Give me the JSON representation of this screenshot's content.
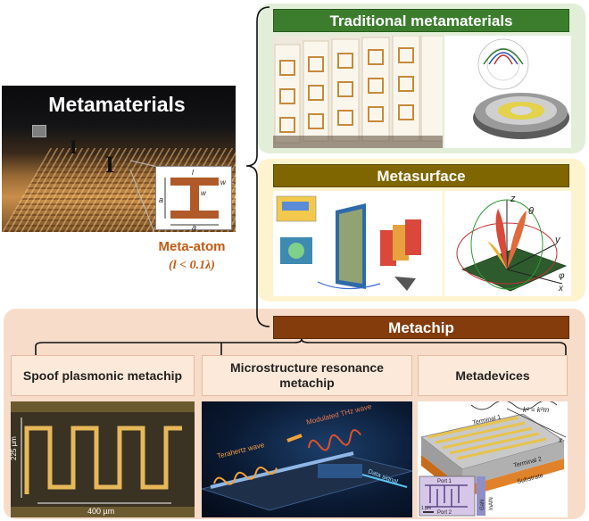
{
  "metamaterials": {
    "title": "Metamaterials",
    "atom_label": "Meta-atom",
    "atom_condition": "(l < 0.1λ)",
    "inset_labels": [
      "a",
      "w",
      "a",
      "w",
      "l"
    ]
  },
  "traditional": {
    "title": "Traditional metamaterials"
  },
  "metasurface": {
    "title": "Metasurface"
  },
  "metachip": {
    "title": "Metachip",
    "categories": [
      {
        "label": "Spoof plasmonic metachip"
      },
      {
        "label": "Microstructure resonance metachip"
      },
      {
        "label": "Metadevices"
      }
    ],
    "spoof": {
      "dim_vertical": "225 µm",
      "dim_horizontal": "400 µm"
    },
    "micro": {
      "wave_in": "Terahertz wave",
      "wave_out": "Modulated THz wave",
      "signal": "Data signal"
    },
    "metadevices": {
      "terminal_1": "Terminal 1",
      "terminal_2": "Terminal 2",
      "substrate": "Substrate",
      "equation": "k² = k²m",
      "port_1": "Port 1",
      "port_2": "Port 2",
      "material": "GaN",
      "material_2": "InAlN",
      "scale": "1 µm",
      "axis": "x"
    }
  },
  "colors": {
    "traditional_panel": "#e2eed8",
    "traditional_header": "#3c7d2d",
    "metasurface_panel": "#fdf3cf",
    "metasurface_header": "#806600",
    "metachip_panel": "#f7dcca",
    "metachip_header": "#843c0c",
    "meta_atom_text": "#c55a11"
  }
}
